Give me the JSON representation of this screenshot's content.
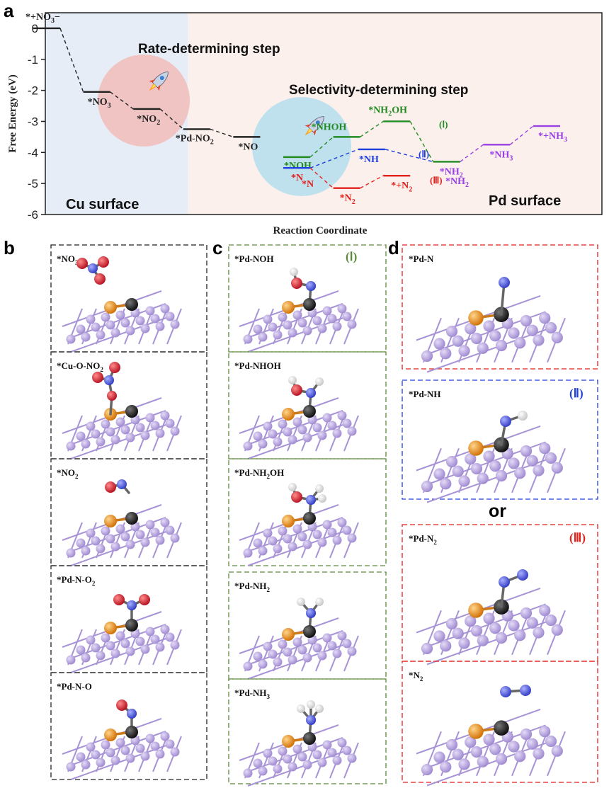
{
  "panel_labels": {
    "a": "a",
    "b": "b",
    "c": "c",
    "d": "d"
  },
  "colors": {
    "cu_region": "#e6edf6",
    "pd_region": "#fbf0ec",
    "rate_circle": "#f1c4c4",
    "sel_circle": "#bfe1ee",
    "black": "#222222",
    "green": "#228b22",
    "blue": "#1f3fdf",
    "red": "#e3211c",
    "purple": "#9b3fe6",
    "pd_atom": "#b3a0dc",
    "cu_atom": "#e8820c",
    "c_atom": "#1c1c1c",
    "n_atom": "#4a55d8",
    "o_atom": "#d41c2c",
    "h_atom": "#f2f2f2"
  },
  "chart_data": {
    "type": "line",
    "title": "",
    "xlabel": "Reaction Coordinate",
    "ylabel": "Free Energy (eV)",
    "ylim": [
      -6,
      0.5
    ],
    "yticks": [
      "0",
      "-1",
      "-2",
      "-3",
      "-4",
      "-5",
      "-6"
    ],
    "annotations": {
      "rate_step": "Rate-determining step",
      "selectivity_step": "Selectivity-determining step",
      "cu_surface": "Cu surface",
      "pd_surface": "Pd surface"
    },
    "series": [
      {
        "pathway": "common",
        "color": "black",
        "steps": [
          {
            "label": "*+NO3−",
            "position": 1,
            "energy": 0.0
          },
          {
            "label": "*NO3",
            "position": 2,
            "energy": -2.05
          },
          {
            "label": "*NO2",
            "position": 3,
            "energy": -2.6
          },
          {
            "label": "*Pd-NO2",
            "position": 4,
            "energy": -3.25
          },
          {
            "label": "*NO",
            "position": 5,
            "energy": -3.5
          }
        ]
      },
      {
        "pathway": "I",
        "name": "(Ⅰ)",
        "color": "green",
        "steps": [
          {
            "label": "*NOH",
            "position": 6,
            "energy": -4.15
          },
          {
            "label": "*NHOH",
            "position": 7,
            "energy": -3.5
          },
          {
            "label": "*NH2OH",
            "position": 8,
            "energy": -3.0
          },
          {
            "label": "*NH2",
            "position": 9,
            "energy": -4.3
          }
        ]
      },
      {
        "pathway": "II",
        "name": "(Ⅱ)",
        "color": "blue",
        "steps": [
          {
            "label": "*N",
            "position": 6,
            "energy": -4.5
          },
          {
            "label": "*NH",
            "position": 7.5,
            "energy": -3.9
          },
          {
            "label": "*NH2",
            "position": 9,
            "energy": -4.3
          }
        ]
      },
      {
        "pathway": "III",
        "name": "(Ⅲ)",
        "color": "red",
        "steps": [
          {
            "label": "*N",
            "position": 6,
            "energy": -4.5
          },
          {
            "label": "*N2",
            "position": 7,
            "energy": -5.15
          },
          {
            "label": "*+N2",
            "position": 8,
            "energy": -4.75
          }
        ]
      },
      {
        "pathway": "NH3",
        "color": "purple",
        "steps": [
          {
            "label": "*NH2",
            "position": 9,
            "energy": -4.3
          },
          {
            "label": "*NH3",
            "position": 10,
            "energy": -3.75
          },
          {
            "label": "*+NH3",
            "position": 11,
            "energy": -3.15
          }
        ]
      }
    ]
  },
  "structures": {
    "b": [
      {
        "label_main": "*NO",
        "label_sub": "3",
        "label_tail": ""
      },
      {
        "label_main": "*Cu-O-NO",
        "label_sub": "2",
        "label_tail": ""
      },
      {
        "label_main": "*NO",
        "label_sub": "2",
        "label_tail": ""
      },
      {
        "label_main": "*Pd-N-O",
        "label_sub": "2",
        "label_tail": ""
      },
      {
        "label_main": "*Pd-N-O",
        "label_sub": "",
        "label_tail": ""
      }
    ],
    "c": [
      {
        "label_main": "*Pd-NOH",
        "label_sub": "",
        "label_tail": ""
      },
      {
        "label_main": "*Pd-NHOH",
        "label_sub": "",
        "label_tail": ""
      },
      {
        "label_main": "*Pd-NH",
        "label_sub": "2",
        "label_tail": "OH"
      },
      {
        "label_main": "*Pd-NH",
        "label_sub": "2",
        "label_tail": ""
      },
      {
        "label_main": "*Pd-NH",
        "label_sub": "3",
        "label_tail": ""
      }
    ],
    "c_roman": "(Ⅰ)",
    "d": [
      {
        "label_main": "*Pd-N",
        "label_sub": "",
        "label_tail": "",
        "roman": ""
      },
      {
        "label_main": "*Pd-NH",
        "label_sub": "",
        "label_tail": "",
        "roman": "(Ⅱ)"
      },
      {
        "label_main": "*Pd-N",
        "label_sub": "2",
        "label_tail": "",
        "roman": "(Ⅲ)"
      },
      {
        "label_main": "*N",
        "label_sub": "2",
        "label_tail": "",
        "roman": ""
      }
    ],
    "or_text": "or"
  }
}
